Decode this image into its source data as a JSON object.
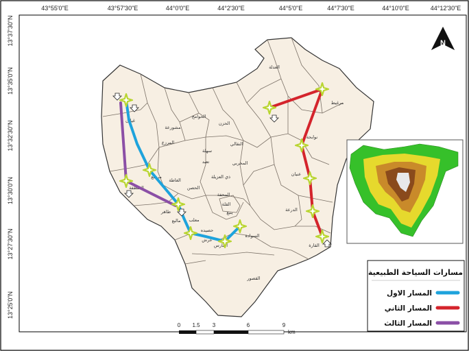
{
  "map": {
    "top_labels": [
      "43°55'0\"E",
      "43°57'30\"E",
      "44°0'0\"E",
      "44°2'30\"E",
      "44°5'0\"E",
      "44°7'30\"E",
      "44°10'0\"E",
      "44°12'30\"E"
    ],
    "left_labels": [
      "13°37'30\"N",
      "13°35'0\"N",
      "13°32'30\"N",
      "13°30'0\"N",
      "13°27'30\"N",
      "13°25'0\"N"
    ],
    "north_arrow_letter": "N",
    "scale": {
      "ticks": [
        "0",
        "1.5",
        "3",
        "6",
        "9"
      ],
      "unit": "km"
    },
    "legend": {
      "title": "مسارات السياحة الطبيعية",
      "items": [
        {
          "label": "المسار الاول",
          "color": "#1ea3dc"
        },
        {
          "label": "المسار الثاني",
          "color": "#d4242c"
        },
        {
          "label": "المسار الثالث",
          "color": "#8b4fa6"
        }
      ]
    },
    "colors": {
      "land": "#f7efe3",
      "boundary": "#333333",
      "district": "#7a7066",
      "marker": "#b9d531"
    },
    "district_labels": [
      "العدلة",
      "مرغيط",
      "نوابحة",
      "عنيان",
      "الدرعة",
      "القارة",
      "المرزع",
      "مشورعة",
      "الحوامج",
      "الحزن",
      "سهلة",
      "النقالي",
      "تعبد",
      "المحربي",
      "ذي العزيلة",
      "الغاطة",
      "الحصن",
      "المحفة",
      "القلة",
      "ينبع",
      "السوادة",
      "القصور"
    ],
    "route_labels": [
      "غيلان",
      "مرتفع",
      "المنطقة",
      "طاهر",
      "مالبع",
      "معلب",
      "حصيده",
      "عرش",
      "الفارس"
    ]
  }
}
